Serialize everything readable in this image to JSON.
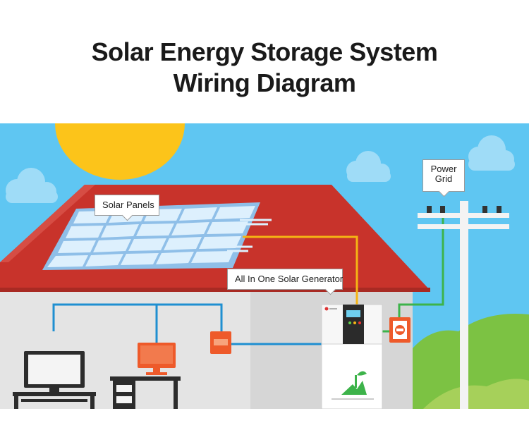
{
  "title": {
    "line1": "Solar Energy Storage System",
    "line2": "Wiring Diagram"
  },
  "labels": {
    "solar_panels": "Solar Panels",
    "generator": "All In One Solar Generator",
    "power_grid_line1": "Power",
    "power_grid_line2": "Grid"
  },
  "colors": {
    "sky": "#5fc6f2",
    "sun": "#fcc41a",
    "roof": "#c8332b",
    "wall": "#e4e4e4",
    "panel_frame": "#8fbfe8",
    "wire_blue": "#1f8fd1",
    "wire_yellow": "#f5b414",
    "wire_green": "#3db34a",
    "device_orange": "#ee5a2a"
  }
}
